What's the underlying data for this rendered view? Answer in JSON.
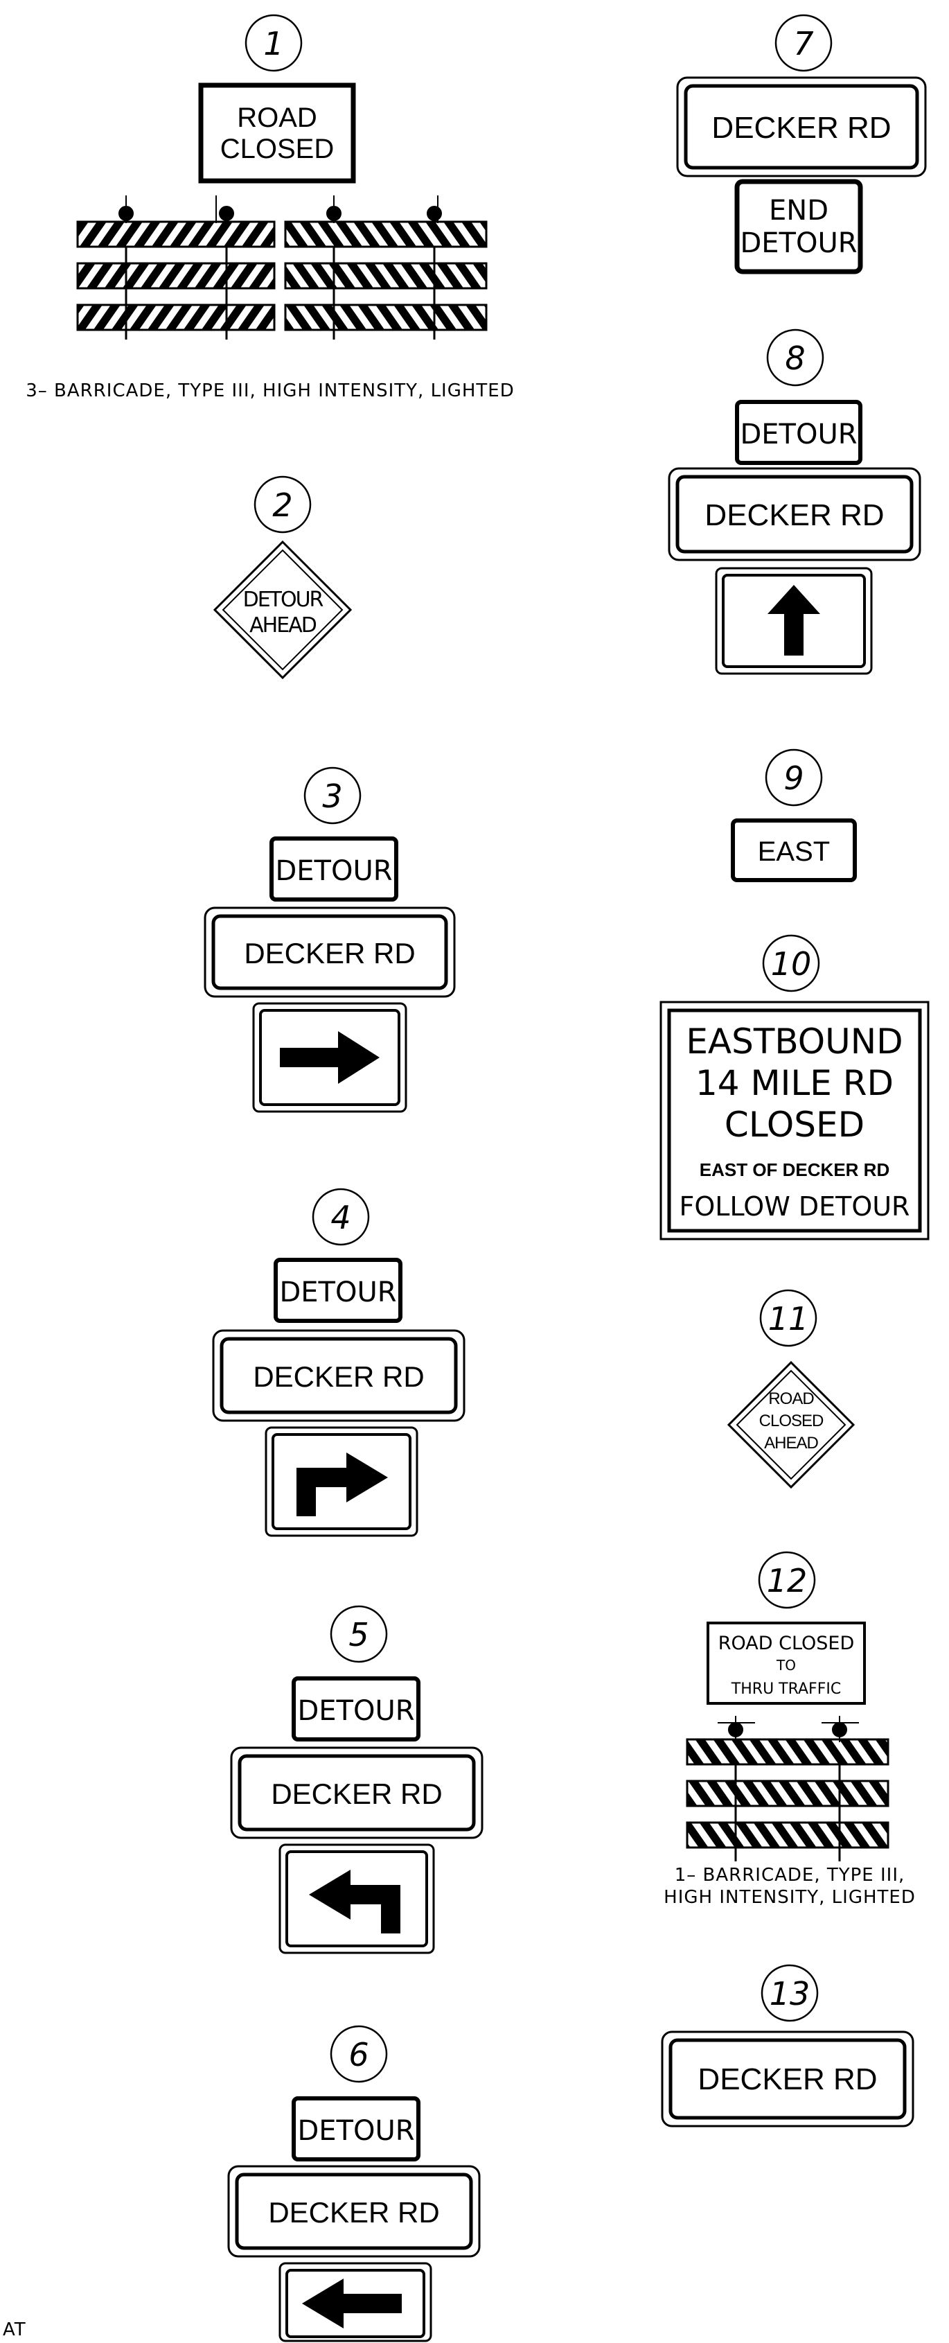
{
  "signs": [
    {
      "number": "1",
      "lines": [
        "ROAD",
        "CLOSED"
      ]
    },
    {
      "number": "2",
      "lines": [
        "DETOUR",
        "AHEAD"
      ]
    },
    {
      "number": "3",
      "plaque": "DETOUR",
      "route": "DECKER RD",
      "arrow": "right"
    },
    {
      "number": "4",
      "plaque": "DETOUR",
      "route": "DECKER RD",
      "arrow": "turn-right"
    },
    {
      "number": "5",
      "plaque": "DETOUR",
      "route": "DECKER RD",
      "arrow": "turn-left"
    },
    {
      "number": "6",
      "plaque": "DETOUR",
      "route": "DECKER RD",
      "arrow": "left"
    },
    {
      "number": "7",
      "route": "DECKER RD",
      "lines": [
        "END",
        "DETOUR"
      ]
    },
    {
      "number": "8",
      "plaque": "DETOUR",
      "route": "DECKER RD",
      "arrow": "up"
    },
    {
      "number": "9",
      "text": "EAST"
    },
    {
      "number": "10",
      "lines": [
        "EASTBOUND",
        "14 MILE RD",
        "CLOSED",
        "EAST OF DECKER RD",
        "FOLLOW DETOUR"
      ]
    },
    {
      "number": "11",
      "lines": [
        "ROAD",
        "CLOSED",
        "AHEAD"
      ]
    },
    {
      "number": "12",
      "lines": [
        "ROAD CLOSED",
        "TO",
        "THRU TRAFFIC"
      ]
    },
    {
      "number": "13",
      "route": "DECKER RD"
    }
  ],
  "captions": {
    "barricade_1": "3– BARRICADE, TYPE III, HIGH INTENSITY, LIGHTED",
    "barricade_12_line1": "1– BARRICADE, TYPE III,",
    "barricade_12_line2": "HIGH INTENSITY, LIGHTED"
  },
  "corner_text": "AT"
}
